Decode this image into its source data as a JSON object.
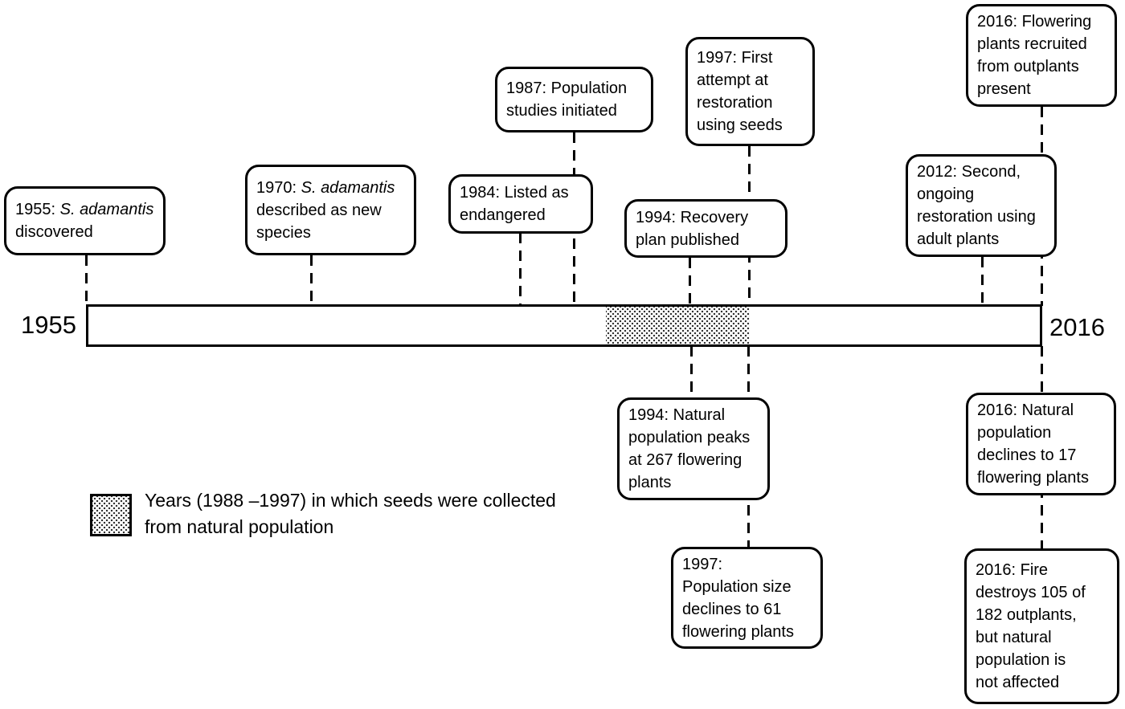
{
  "timeline": {
    "start_label": "1955",
    "end_label": "2016",
    "shaded_period": "1988-1997"
  },
  "legend": {
    "swatch": "stipple-pattern",
    "text": "Years (1988 –1997) in which seeds were collected from natural population"
  },
  "colors": {
    "ink": "#000000",
    "background": "#ffffff"
  },
  "events": {
    "discovered": {
      "pre": "1955: ",
      "species": "S. adamantis",
      "post": "\ndiscovered"
    },
    "described": {
      "pre": "1970: ",
      "species": "S. adamantis",
      "post": "\ndescribed as new\nspecies"
    },
    "endangered": {
      "text": "1984: Listed as\nendangered"
    },
    "studies": {
      "text": "1987: Population\nstudies initiated"
    },
    "recovery_plan": {
      "text": "1994: Recovery\nplan published"
    },
    "first_restoration": {
      "text": "1997: First\nattempt at\nrestoration\nusing seeds"
    },
    "second_restoration": {
      "text": "2012: Second,\nongoing\nrestoration using\nadult plants"
    },
    "flowering_recruited": {
      "text": "2016: Flowering\nplants recruited\nfrom outplants\npresent"
    },
    "population_peak": {
      "text": "1994: Natural\npopulation peaks\nat 267 flowering\nplants"
    },
    "decline_61": {
      "text": "1997:\nPopulation size\ndeclines to 61\nflowering plants"
    },
    "decline_17": {
      "text": "2016: Natural\npopulation\ndeclines to 17\nflowering plants"
    },
    "fire": {
      "text": "2016: Fire\ndestroys 105 of\n182 outplants,\nbut natural\npopulation is\nnot affected"
    }
  }
}
